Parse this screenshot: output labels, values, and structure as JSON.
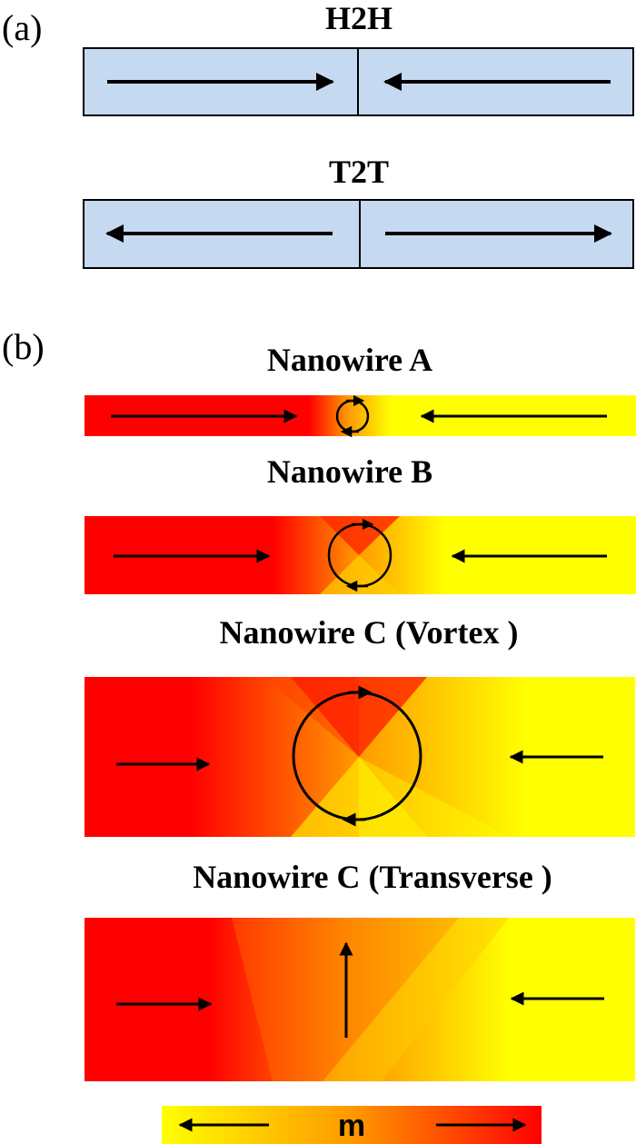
{
  "panel_a": {
    "label": "(a)",
    "walls": [
      {
        "title": "H2H",
        "left_direction": "right",
        "right_direction": "left"
      },
      {
        "title": "T2T",
        "left_direction": "left",
        "right_direction": "right"
      }
    ]
  },
  "panel_b": {
    "label": "(b)",
    "nanowires": [
      {
        "title": "Nanowire A",
        "wall_type": "vortex"
      },
      {
        "title": "Nanowire B",
        "wall_type": "vortex"
      },
      {
        "title": "Nanowire C (Vortex )",
        "wall_type": "vortex"
      },
      {
        "title": "Nanowire C (Transverse )",
        "wall_type": "transverse"
      }
    ]
  },
  "colorbar": {
    "label": "m",
    "gradient_colors": [
      "#ffff00",
      "#ff9900",
      "#ff0000"
    ]
  },
  "colors": {
    "wire_fill_a": "#c5d9f1",
    "magnetization_left": "#ff0000",
    "magnetization_right": "#ffff00",
    "magnetization_mid": "#ff9900",
    "arrow": "#000000"
  }
}
